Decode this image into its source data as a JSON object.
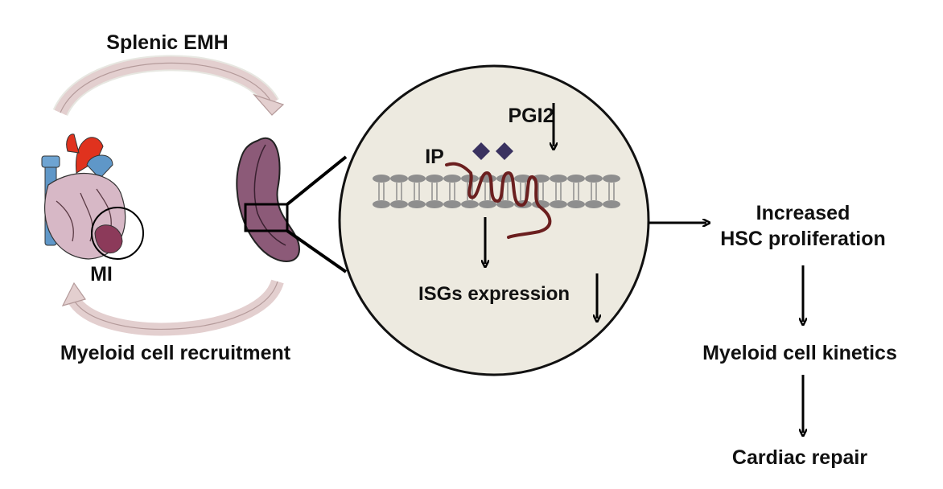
{
  "labels": {
    "splenic_emh": "Splenic EMH",
    "mi": "MI",
    "myeloid_recruitment": "Myeloid cell recruitment",
    "pgi2": "PGI2",
    "ip": "IP",
    "isgs_expression": "ISGs expression",
    "increased": "Increased",
    "hsc_proliferation": "HSC proliferation",
    "myeloid_kinetics": "Myeloid cell kinetics",
    "cardiac_repair": "Cardiac repair"
  },
  "colors": {
    "circle_fill": "#edeae0",
    "membrane": "#8e8e8e",
    "receptor": "#6b1f1f",
    "ligand": "#3a3260",
    "spleen": "#8c5a78",
    "arc": "#d9c3c3",
    "heart_red": "#e0321e",
    "heart_blue": "#5f97c8",
    "heart_pink": "#d7b8c6"
  }
}
